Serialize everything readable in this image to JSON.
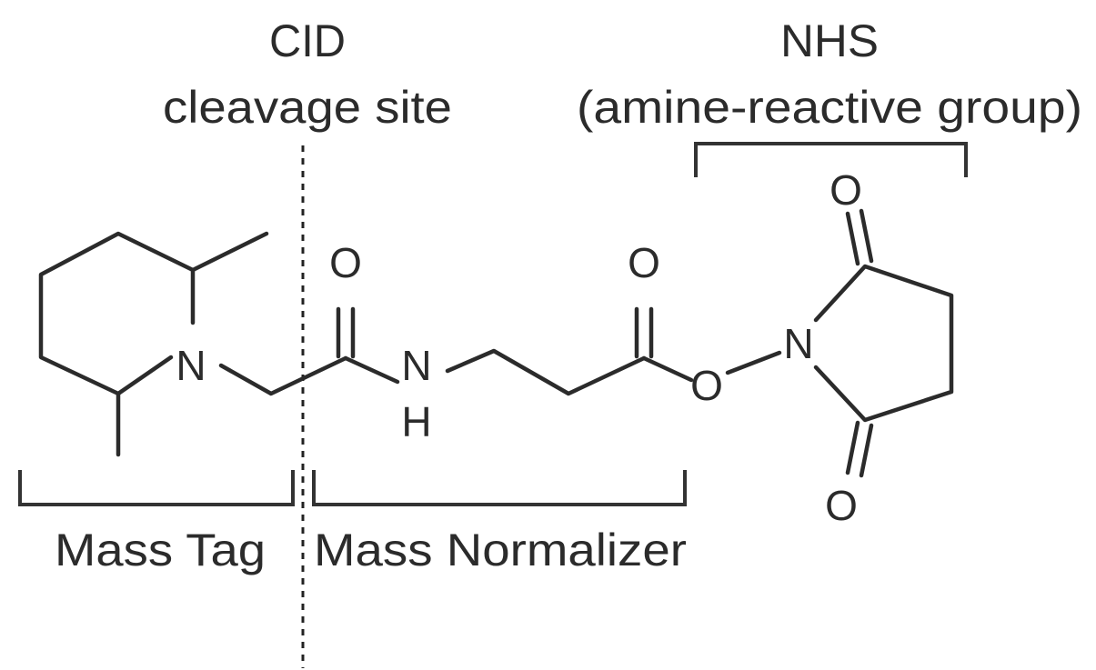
{
  "labels": {
    "cid_title": "CID",
    "cid_subtitle": "cleavage site",
    "nhs_title": "NHS",
    "nhs_subtitle": "(amine-reactive group)",
    "mass_tag": "Mass Tag",
    "mass_normalizer": "Mass Normalizer"
  },
  "atoms": {
    "piperidine_n": "N",
    "amide_o": "O",
    "amide_n": "N",
    "amide_h": "H",
    "ester_carbonyl_o": "O",
    "ester_o": "O",
    "nhs_n": "N",
    "nhs_top_o": "O",
    "nhs_bottom_o": "O"
  },
  "colors": {
    "ink": "#2b2b2b",
    "background": "#ffffff"
  }
}
